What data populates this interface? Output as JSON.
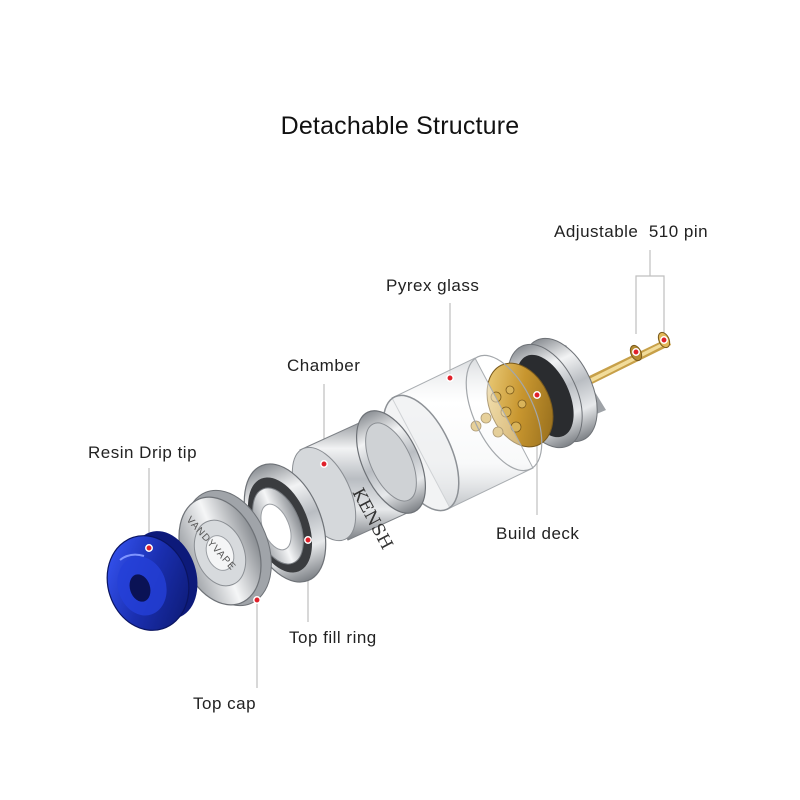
{
  "title": "Detachable Structure",
  "parts": {
    "drip_tip": "Resin Drip tip",
    "top_cap": "Top cap",
    "top_fill_ring": "Top fill ring",
    "chamber": "Chamber",
    "pyrex_glass": "Pyrex glass",
    "build_deck": "Build deck",
    "pin": "Adjustable  510 pin"
  },
  "engravings": {
    "top_cap": "VANDYVAPE",
    "chamber": "KENSH"
  },
  "colors": {
    "leader_line": "#bfbfbf",
    "marker_dot": "#e0202a",
    "resin_blue": "#1f3fd0",
    "steel": "#c9ccd0",
    "brass": "#d4a94a"
  }
}
